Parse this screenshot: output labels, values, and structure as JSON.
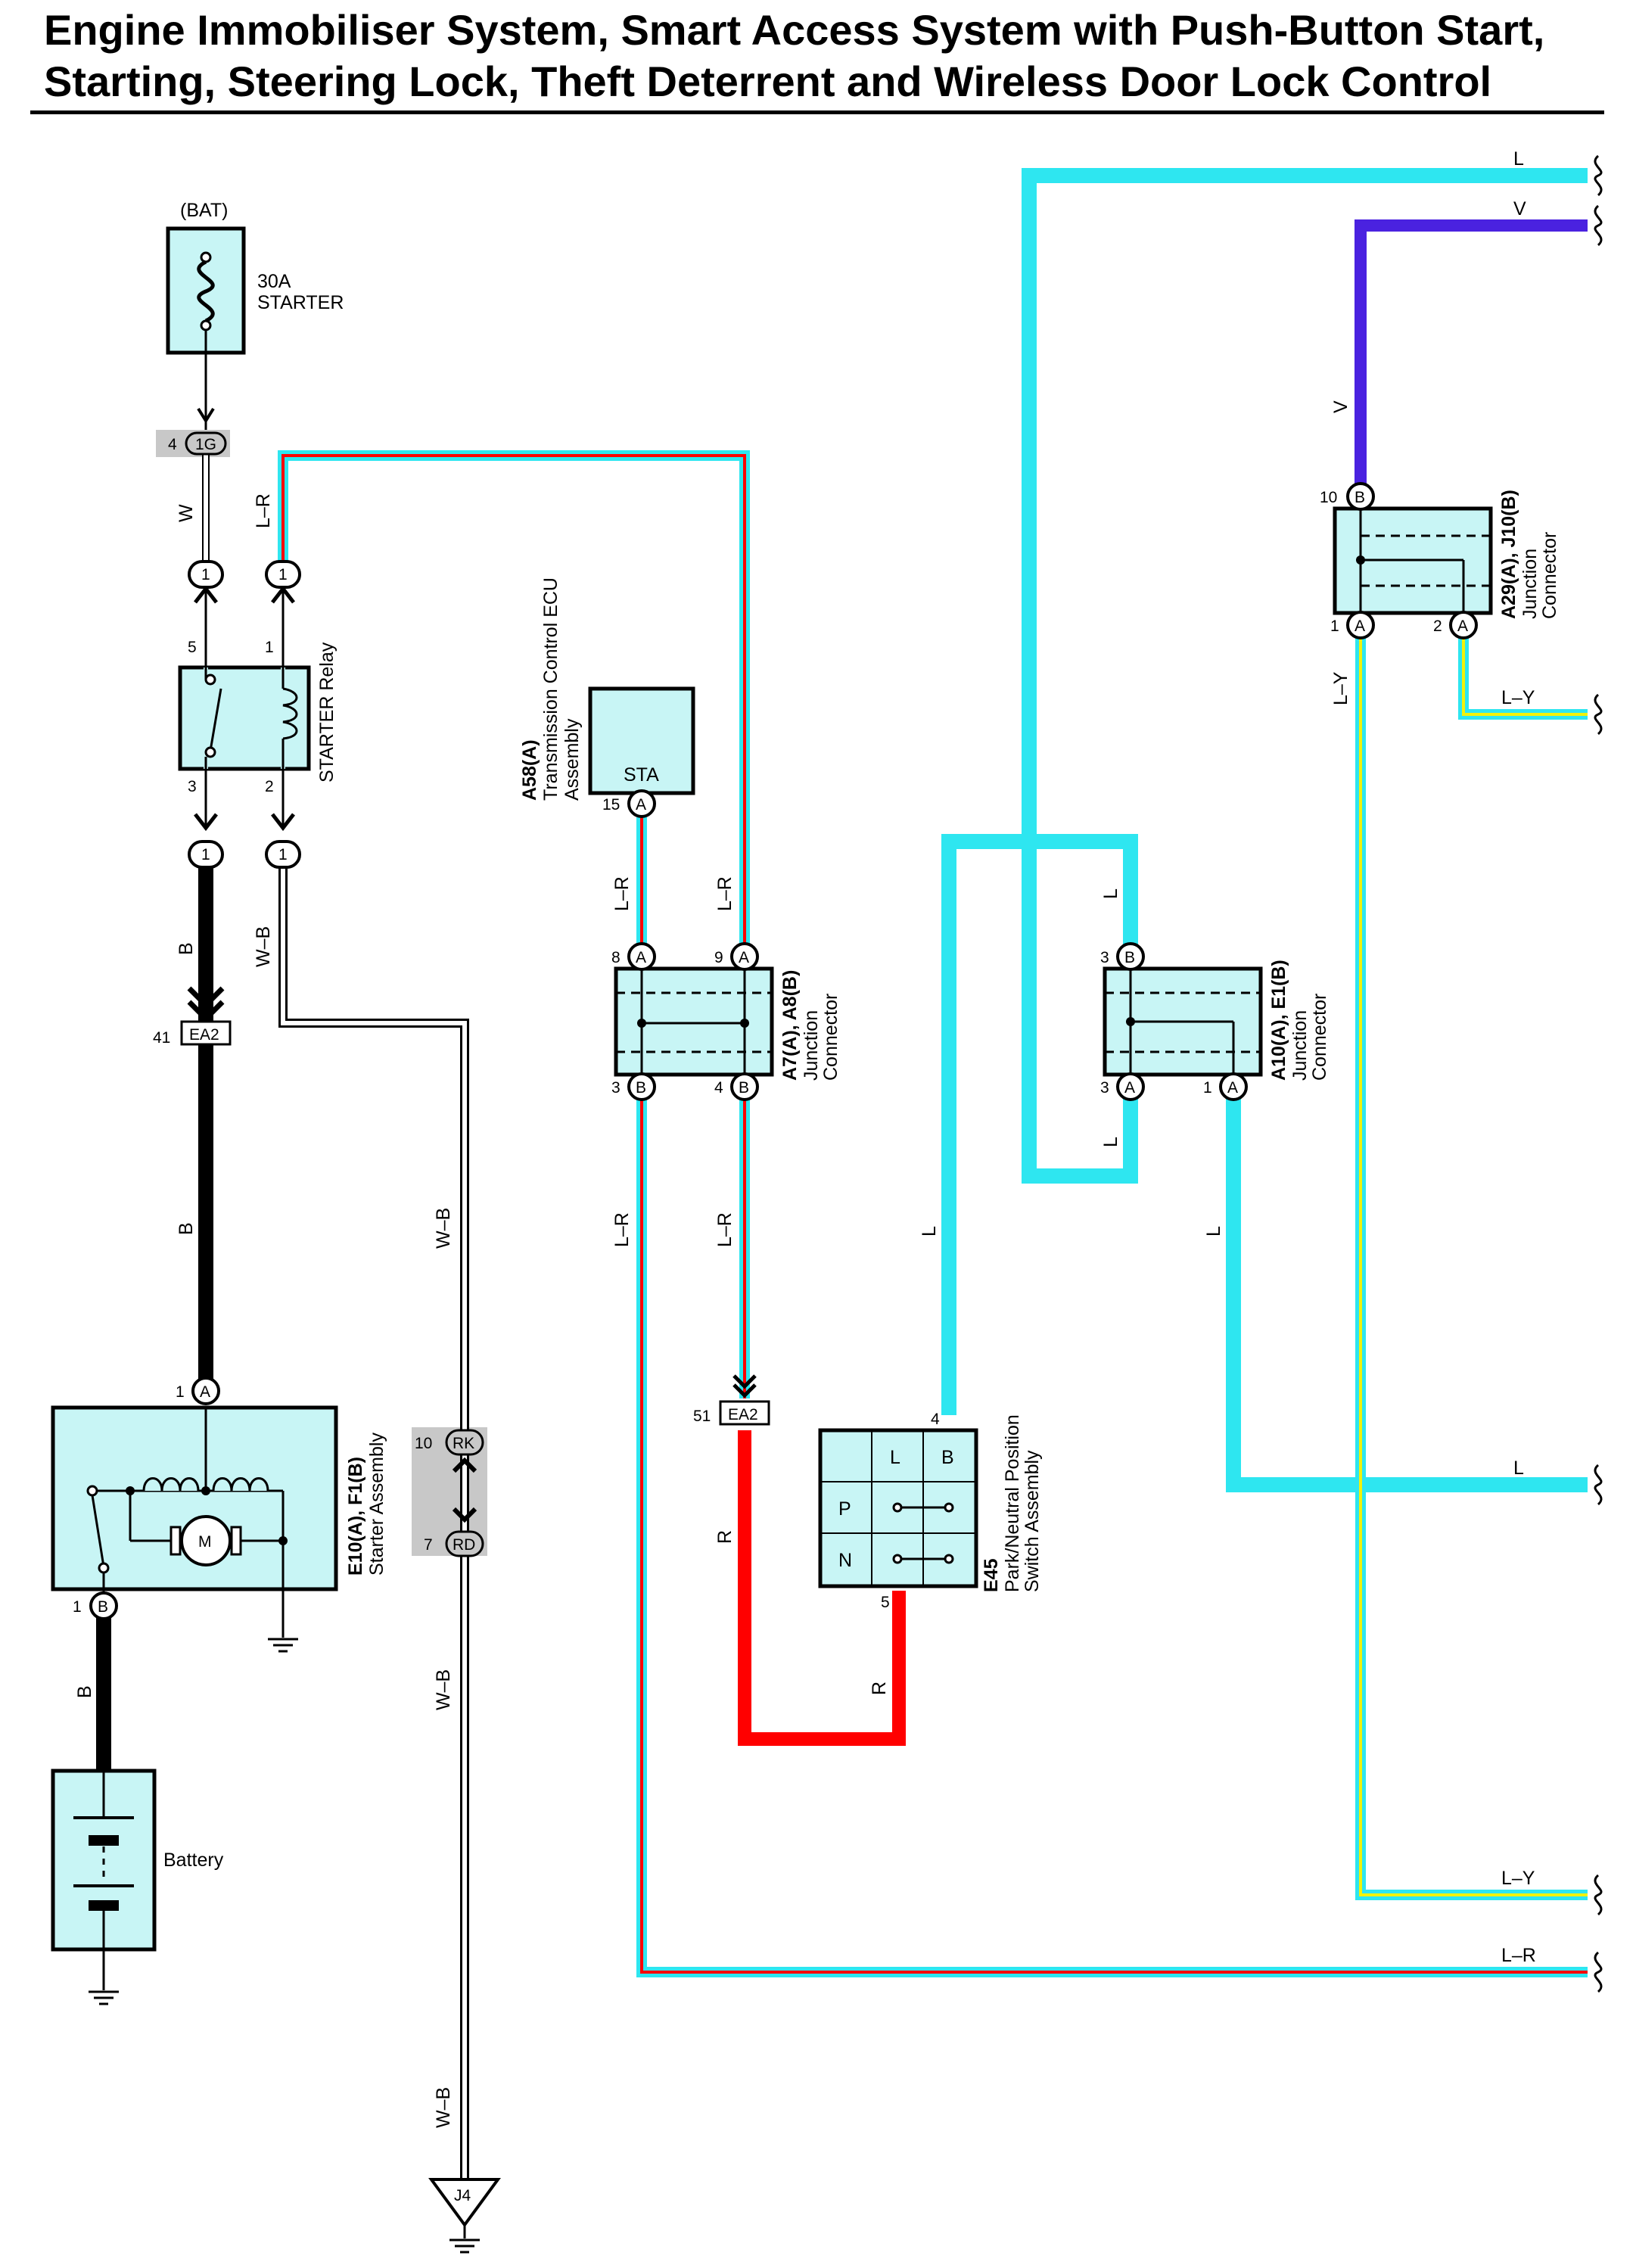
{
  "title": {
    "line1": "Engine Immobiliser System, Smart Access System with Push-Button Start,",
    "line2": "Starting, Steering Lock, Theft Deterrent and Wireless Door Lock Control"
  },
  "fuse": {
    "source": "(BAT)",
    "rating": "30A",
    "name": "STARTER"
  },
  "relay": {
    "name": "STARTER Relay",
    "pins": [
      "5",
      "1",
      "3",
      "2"
    ]
  },
  "starter": {
    "code": "E10(A), F1(B)",
    "name": "Starter Assembly",
    "pin_a": "1",
    "pin_b": "1",
    "motor": "M"
  },
  "battery": {
    "name": "Battery"
  },
  "tcm": {
    "code": "A58(A)",
    "name_line1": "Transmission Control ECU",
    "name_line2": "Assembly",
    "terminal": "STA",
    "pin": "15"
  },
  "jc1": {
    "code": "A7(A), A8(B)",
    "name_line1": "Junction",
    "name_line2": "Connector",
    "pins": [
      "8",
      "9",
      "3",
      "4"
    ]
  },
  "jc2": {
    "code": "A10(A), E1(B)",
    "name_line1": "Junction",
    "name_line2": "Connector",
    "pins": [
      "3",
      "3",
      "1"
    ]
  },
  "jc3": {
    "code": "A29(A), J10(B)",
    "name_line1": "Junction",
    "name_line2": "Connector",
    "pins": [
      "10",
      "1",
      "2"
    ]
  },
  "pnp": {
    "code": "E45",
    "name_line1": "Park/Neutral Position",
    "name_line2": "Switch Assembly",
    "cols": [
      "L",
      "B"
    ],
    "rows": [
      "P",
      "N"
    ],
    "pin_top": "4",
    "pin_bottom": "5"
  },
  "connectors": {
    "c1g": {
      "id": "1G",
      "pin": "4"
    },
    "ea2_top": {
      "id": "EA2",
      "pin": "41"
    },
    "ea2_mid": {
      "id": "EA2",
      "pin": "51"
    },
    "rk": {
      "id": "RK",
      "pin": "10"
    },
    "rd": {
      "id": "RD",
      "pin": "7"
    },
    "j4": {
      "id": "J4"
    }
  },
  "connector_letters": {
    "a": "A",
    "b": "B",
    "one": "1"
  },
  "wire_codes": {
    "W": "W",
    "LR": "L–R",
    "B": "B",
    "WB": "W–B",
    "L": "L",
    "V": "V",
    "LY": "L–Y",
    "R": "R"
  },
  "wire_colors": {
    "L": "#2ee6f0",
    "V": "#4a22e0",
    "R": "#ff0000",
    "B": "#000000",
    "W": "#ffffff",
    "Y": "#f2f20a",
    "box_fill": "#c8f5f5",
    "gray": "#c8c8c8"
  }
}
